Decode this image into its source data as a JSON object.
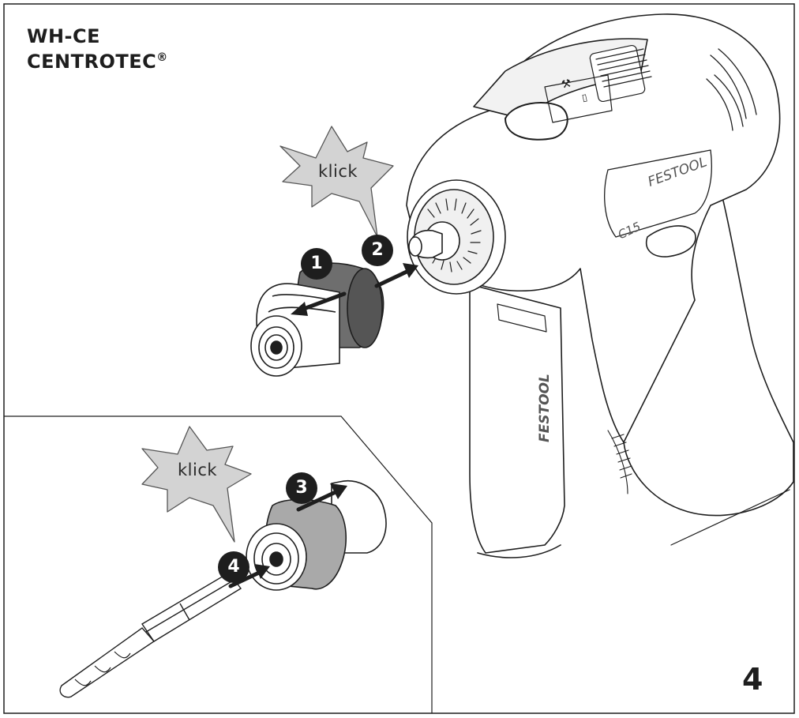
{
  "figure": {
    "title_line1": "WH-CE",
    "title_line2": "CENTROTEC",
    "title_mark": "®",
    "figure_number": "4"
  },
  "callouts": {
    "klick_top": "klick",
    "klick_bottom": "klick"
  },
  "steps": [
    "1",
    "2",
    "3",
    "4"
  ],
  "drill": {
    "brand_top": "FESTOOL",
    "model": "C15",
    "brand_battery": "FESTOOL"
  },
  "colors": {
    "line": "#1e1e1e",
    "burst_fill": "#d3d3d3",
    "chuck_grey": "#6e6e6e",
    "ring_grey": "#a9a9a9"
  }
}
